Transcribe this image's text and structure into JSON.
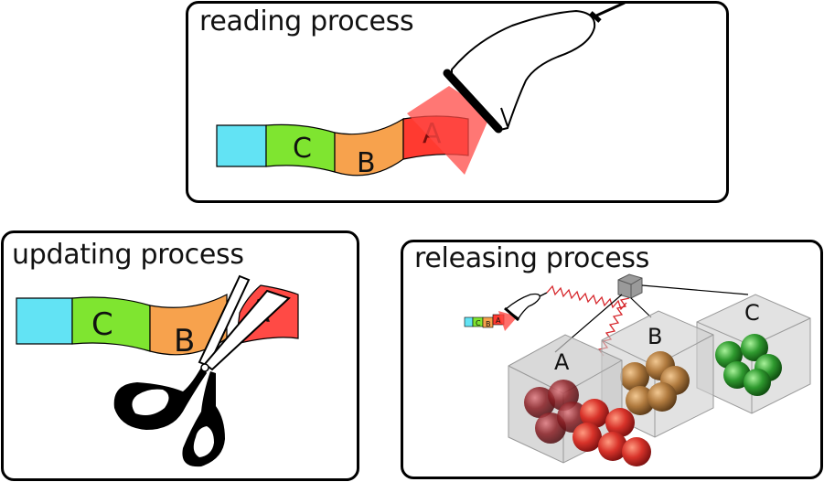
{
  "panels": {
    "reading": {
      "title": "reading process"
    },
    "updating": {
      "title": "updating process"
    },
    "releasing": {
      "title": "releasing process"
    }
  },
  "strip_labels": {
    "a": "A",
    "b": "B",
    "c": "C"
  },
  "colors": {
    "cyan": "#62e3f4",
    "green": "#7fe530",
    "orange": "#f7a24d",
    "red": "#ff3a30",
    "beam": "#ff5a55",
    "cube": "#bdbdbd",
    "sphere_a": "#8a1f24",
    "sphere_a_out": "#d8332a",
    "sphere_b": "#b07a3e",
    "sphere_c": "#2f9a2f",
    "signal": "#d6262b"
  },
  "icons": [
    "barcode-scanner-icon",
    "scissors-icon",
    "cube-icon"
  ]
}
